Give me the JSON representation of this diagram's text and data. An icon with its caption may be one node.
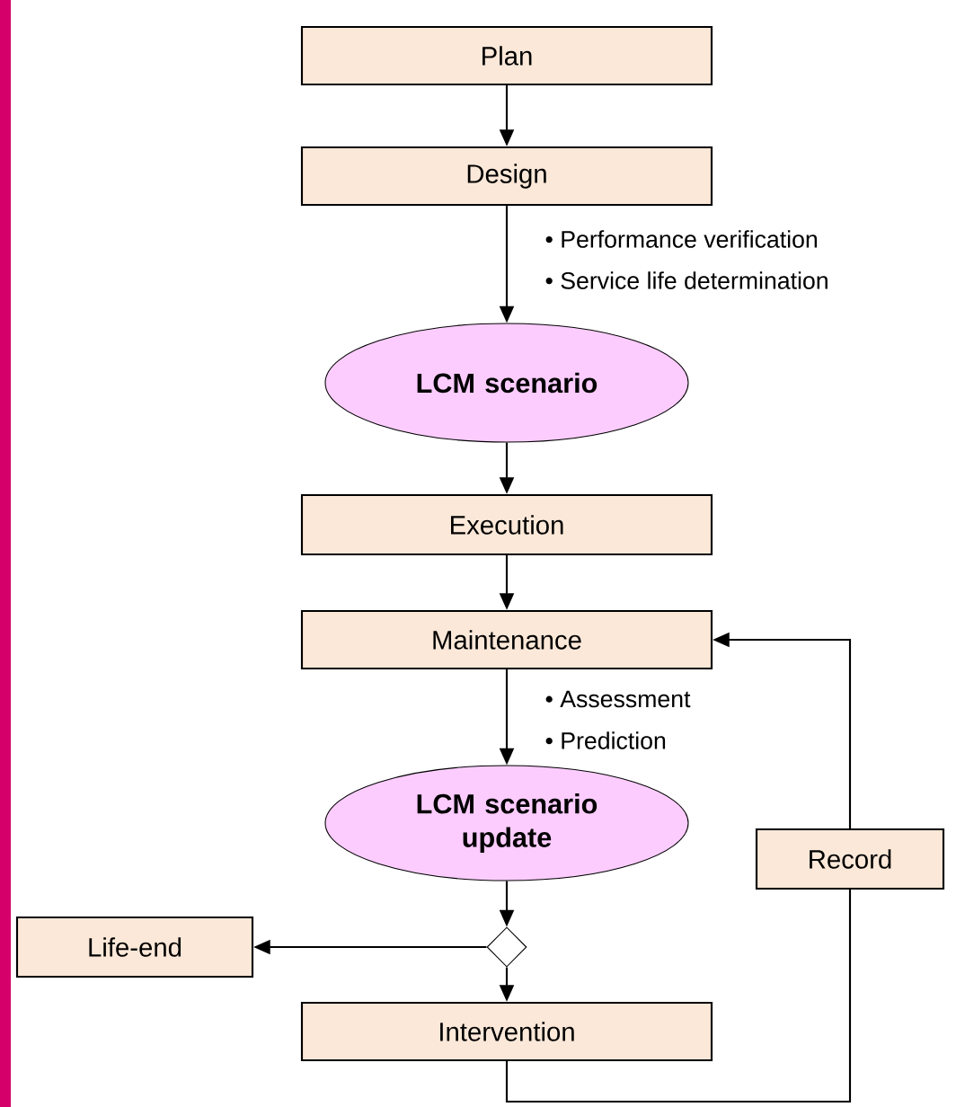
{
  "diagram": {
    "nodes": [
      {
        "text": [
          "Plan"
        ]
      },
      {
        "text": [
          "Design"
        ]
      },
      {
        "text": [
          "LCM scenario"
        ]
      },
      {
        "text": [
          "Execution"
        ]
      },
      {
        "text": [
          "Maintenance"
        ]
      },
      {
        "text": [
          "LCM scenario update"
        ]
      },
      {
        "text": [],
        "shape": "diamond"
      },
      {
        "text": [
          "Life-end"
        ]
      },
      {
        "text": [
          "Intervention"
        ]
      },
      {
        "text": [
          "Record"
        ]
      }
    ],
    "edges": [
      {
        "from": 0,
        "to": 1,
        "arrow": "to"
      },
      {
        "from": 1,
        "to": 2,
        "arrow": "to"
      },
      {
        "from": 2,
        "to": 3,
        "arrow": "to"
      },
      {
        "from": 3,
        "to": 4,
        "arrow": "to"
      },
      {
        "from": 4,
        "to": 5,
        "arrow": "to"
      },
      {
        "from": 5,
        "to": 6,
        "arrow": "to"
      },
      {
        "from": 6,
        "to": 7,
        "arrow": "to"
      },
      {
        "from": 6,
        "to": 8,
        "arrow": "to"
      },
      {
        "from": 8,
        "to": 9,
        "arrow": "none"
      },
      {
        "from": 9,
        "to": 4,
        "arrow": "to"
      }
    ],
    "labels": [
      "• Performance verification",
      "• Service life determination",
      "• Assessment",
      "• Prediction"
    ]
  }
}
